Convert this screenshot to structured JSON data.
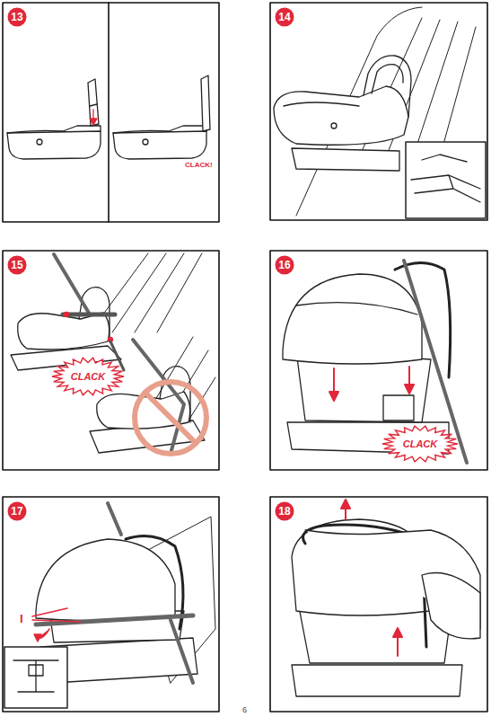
{
  "diagram": {
    "nodes": [
      {
        "text": [
          "13"
        ]
      },
      {
        "text": [
          "14"
        ]
      },
      {
        "text": [
          "15"
        ]
      },
      {
        "text": [
          "16"
        ]
      },
      {
        "text": [
          "17"
        ]
      },
      {
        "text": [
          "18"
        ]
      },
      {
        "text": [
          "CLACK"
        ]
      },
      {
        "text": [
          "CLACK"
        ]
      }
    ],
    "labels": [
      "CLACK!",
      "I",
      "6"
    ]
  }
}
